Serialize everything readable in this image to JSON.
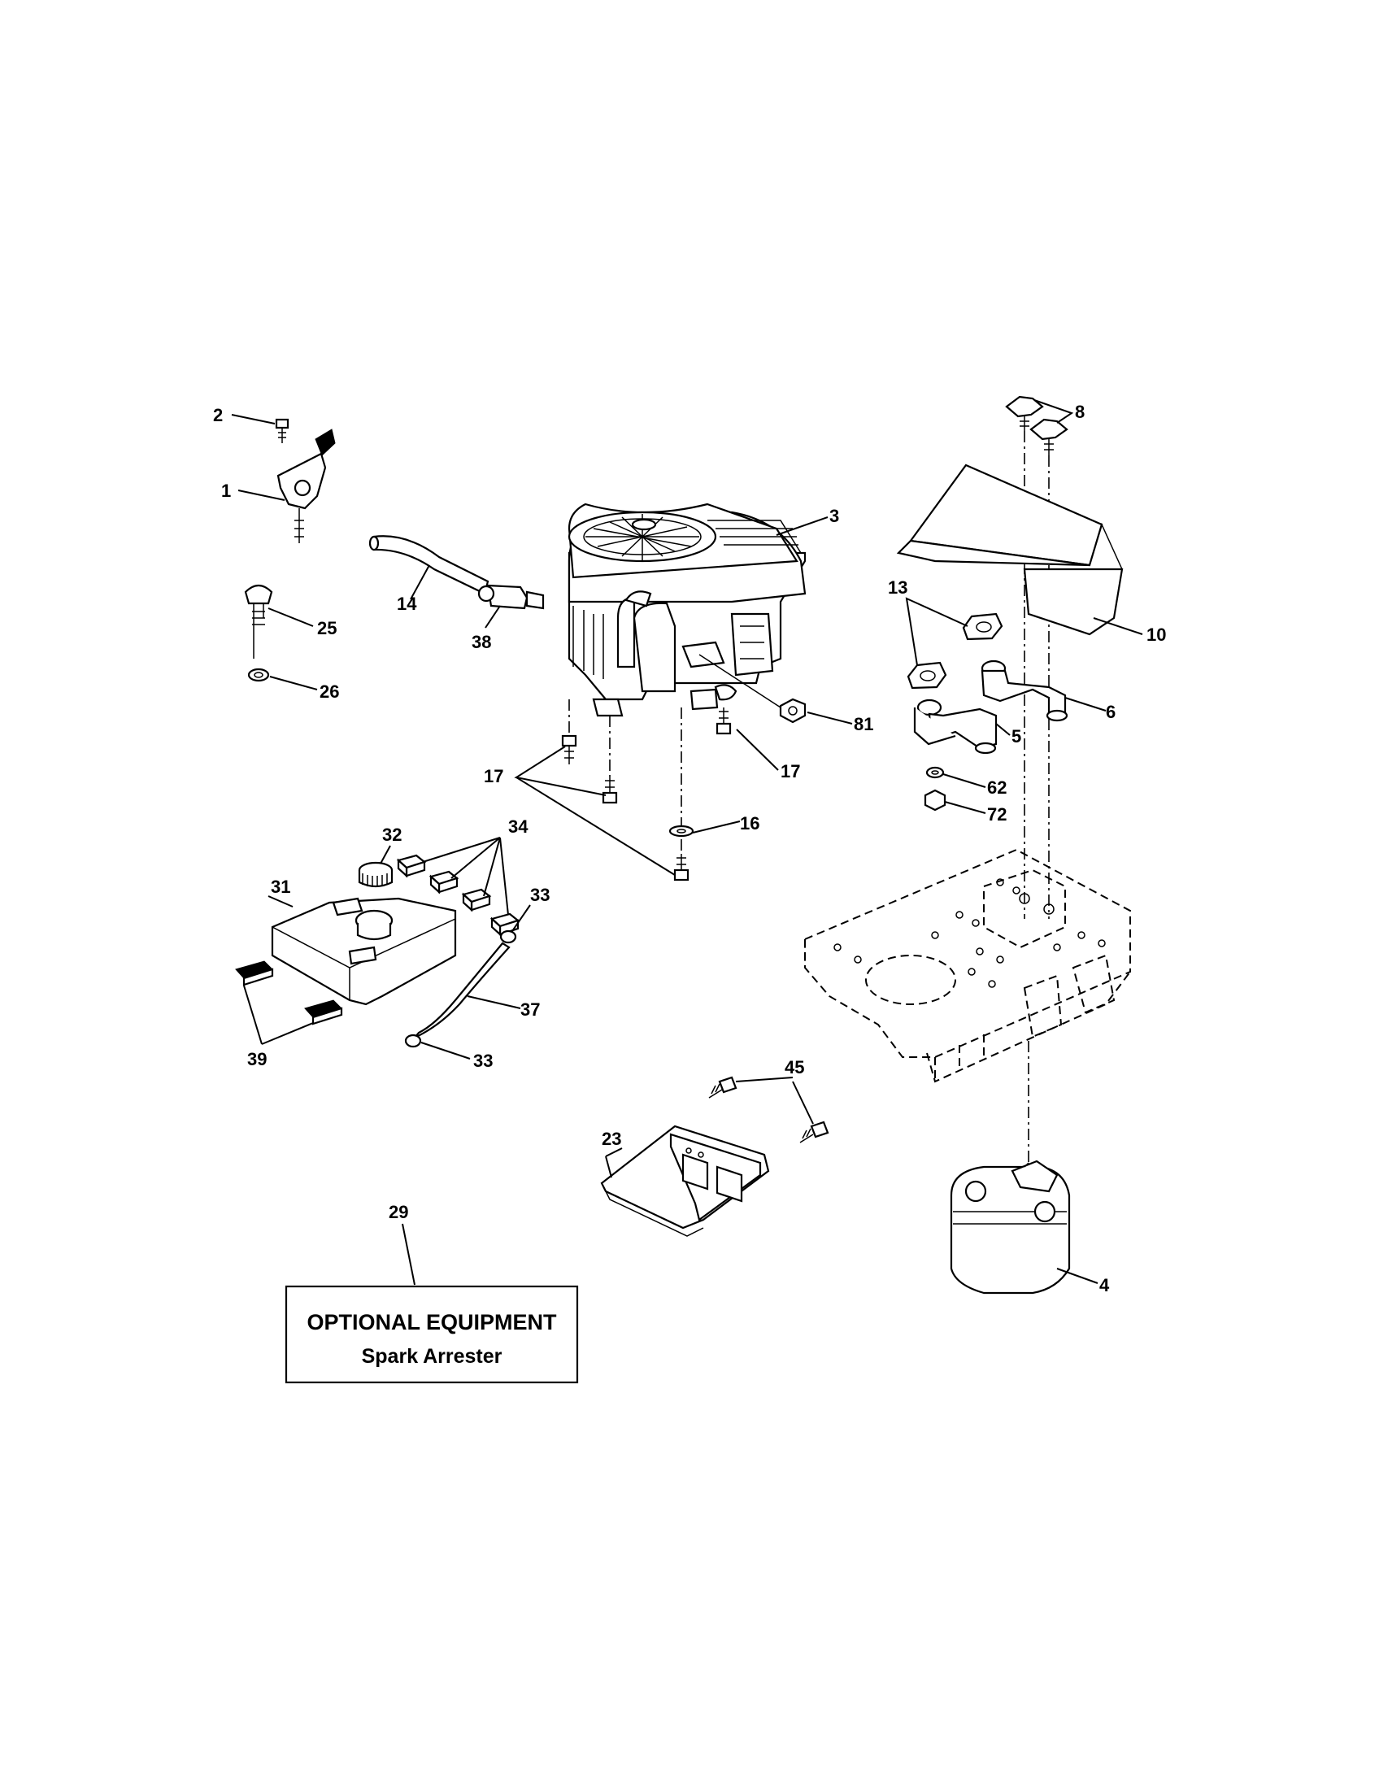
{
  "labels": {
    "p1": "1",
    "p2": "2",
    "p3": "3",
    "p4": "4",
    "p5": "5",
    "p6": "6",
    "p8": "8",
    "p10": "10",
    "p13": "13",
    "p14": "14",
    "p16": "16",
    "p17a": "17",
    "p17b": "17",
    "p23": "23",
    "p25": "25",
    "p26": "26",
    "p29": "29",
    "p31": "31",
    "p32": "32",
    "p33a": "33",
    "p33b": "33",
    "p34": "34",
    "p37": "37",
    "p38": "38",
    "p39": "39",
    "p45": "45",
    "p62": "62",
    "p72": "72",
    "p81": "81"
  },
  "optional_box": {
    "title": "OPTIONAL EQUIPMENT",
    "subtitle": "Spark Arrester"
  }
}
